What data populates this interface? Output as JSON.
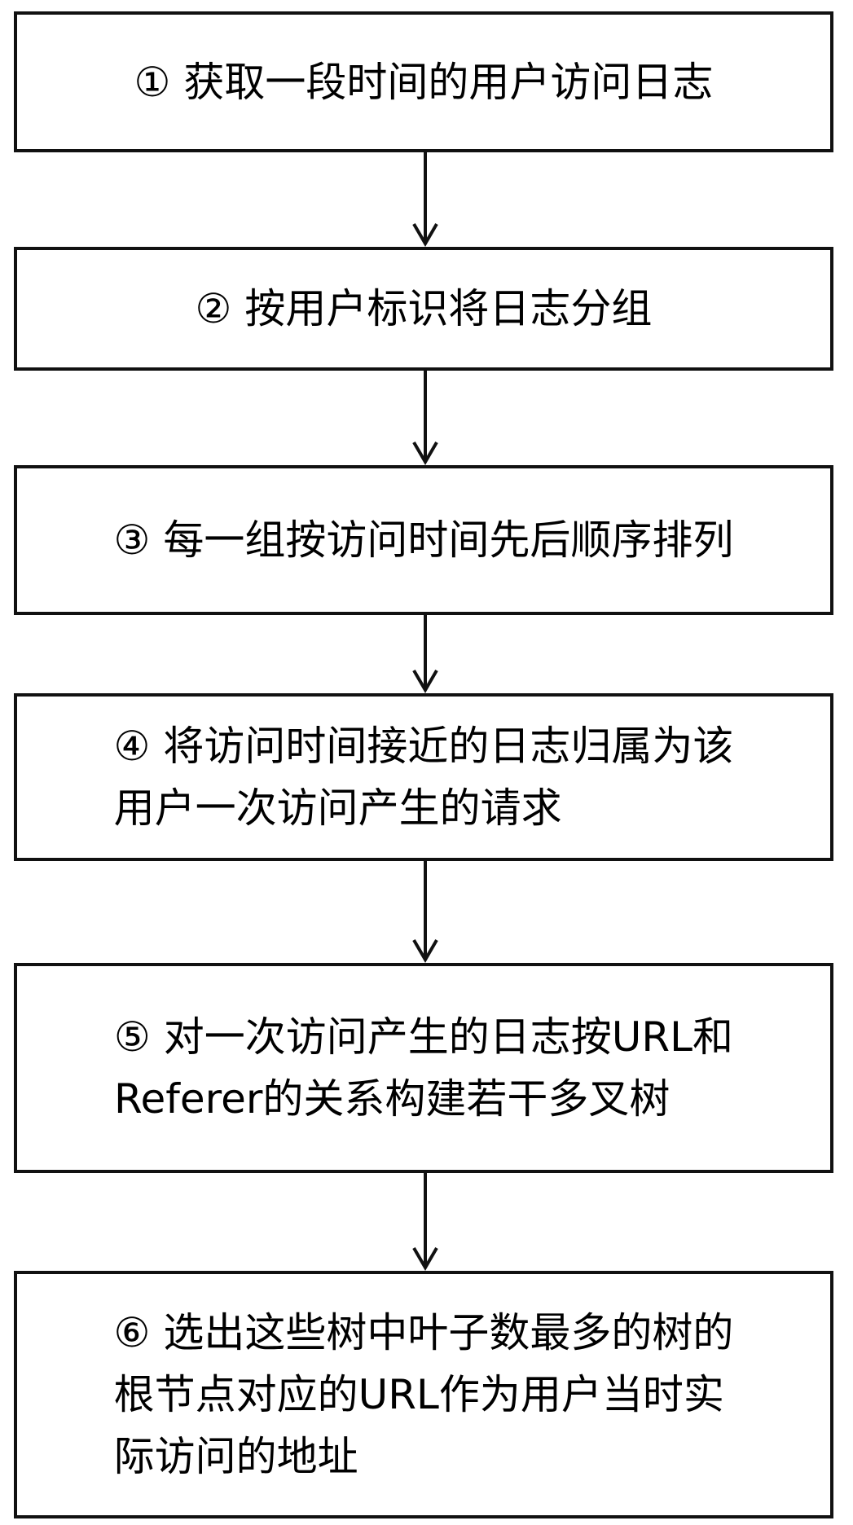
{
  "steps": [
    {
      "lines": [
        "① 获取一段时间的用户访问日志"
      ]
    },
    {
      "lines": [
        "② 按用户标识将日志分组"
      ]
    },
    {
      "lines": [
        "③ 每一组按访问时间先后顺序排列"
      ]
    },
    {
      "lines": [
        "④ 将访问时间接近的日志归属为该",
        "用户一次访问产生的请求"
      ]
    },
    {
      "lines": [
        "⑤ 对一次访问产生的日志按URL和",
        "Referer的关系构建若干多叉树"
      ]
    },
    {
      "lines": [
        "⑥ 选出这些树中叶子数最多的树的",
        "根节点对应的URL作为用户当时实",
        "际访问的地址"
      ]
    }
  ],
  "colors": {
    "border": "#111111",
    "text": "#000000",
    "background": "#ffffff"
  }
}
